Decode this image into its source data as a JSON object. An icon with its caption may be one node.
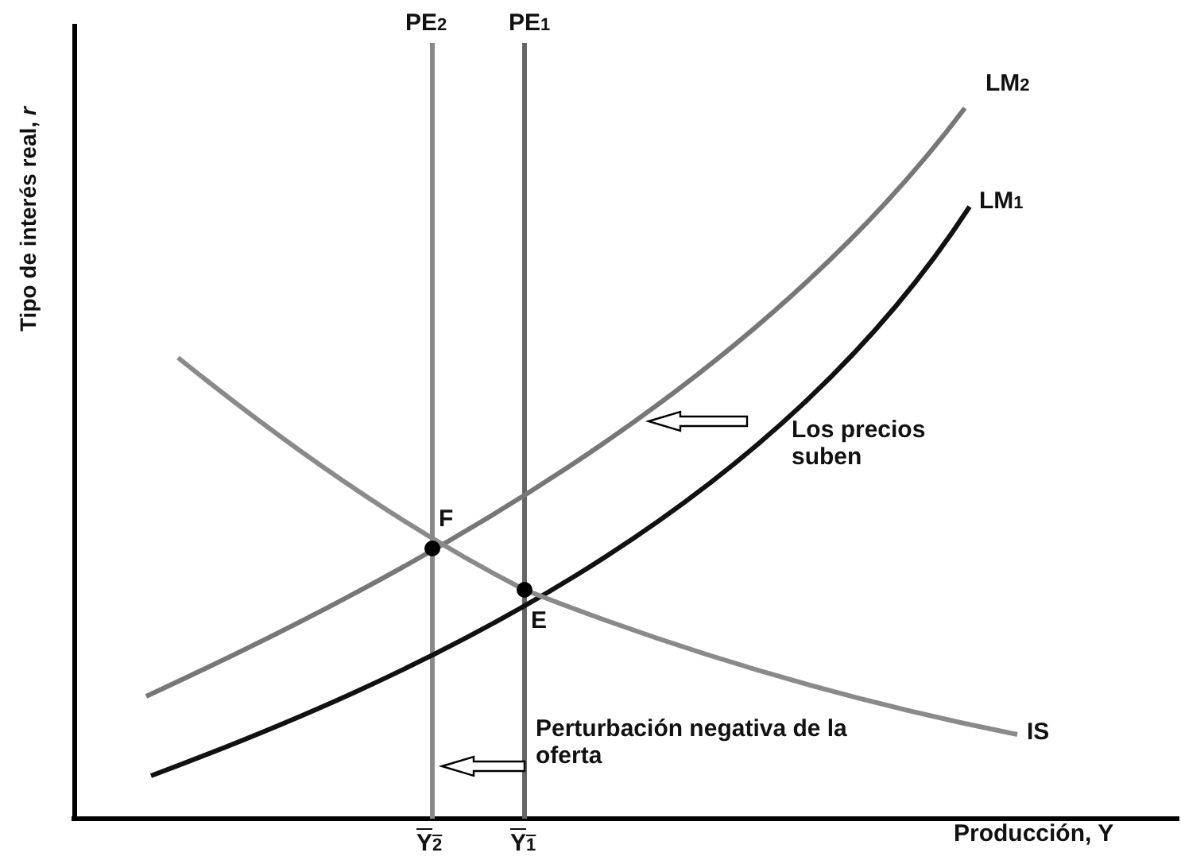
{
  "diagram": {
    "labels": [
      "PE$_{2}$",
      "PE$_{1}$",
      "LM$_{2}$",
      "LM$_{1}$",
      "Tipo de interés real, *r*",
      "Los precios suben",
      "F",
      "E",
      "Perturbación negativa de la oferta",
      "IS",
      "Producción, Y",
      "Y$_{2}$",
      "Y$_{1}$"
    ]
  }
}
